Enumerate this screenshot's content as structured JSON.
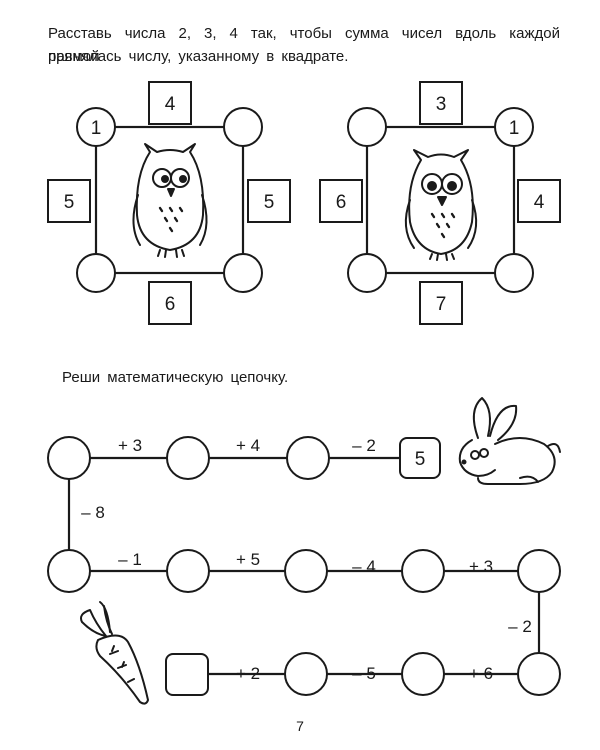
{
  "task1": {
    "line1": "Расставь числа 2, 3, 4 так, чтобы сумма чисел вдоль каждой прямой",
    "line2": "равнялась числу, указанному в квадрате.",
    "left_frame": {
      "top": "4",
      "left": "5",
      "right": "5",
      "bottom": "6",
      "corner_top_left": "1"
    },
    "right_frame": {
      "top": "3",
      "left": "6",
      "right": "4",
      "bottom": "7",
      "corner_top_right": "1"
    }
  },
  "task2": {
    "title": "Реши математическую цепочку.",
    "start_value": "5",
    "row1_ops": [
      "– 2",
      "+ 4",
      "+ 3"
    ],
    "left_drop_op": "– 8",
    "row2_ops": [
      "– 1",
      "+ 5",
      "– 4",
      "+ 3"
    ],
    "right_drop_op": "– 2",
    "row3_ops": [
      "+ 6",
      "– 5",
      "+ 2"
    ]
  },
  "page_number": "7",
  "icons": [
    "owl-icon",
    "owl-icon",
    "rabbit-icon",
    "carrot-icon"
  ],
  "colors": {
    "ink": "#1a1a1a",
    "paper": "#ffffff"
  }
}
